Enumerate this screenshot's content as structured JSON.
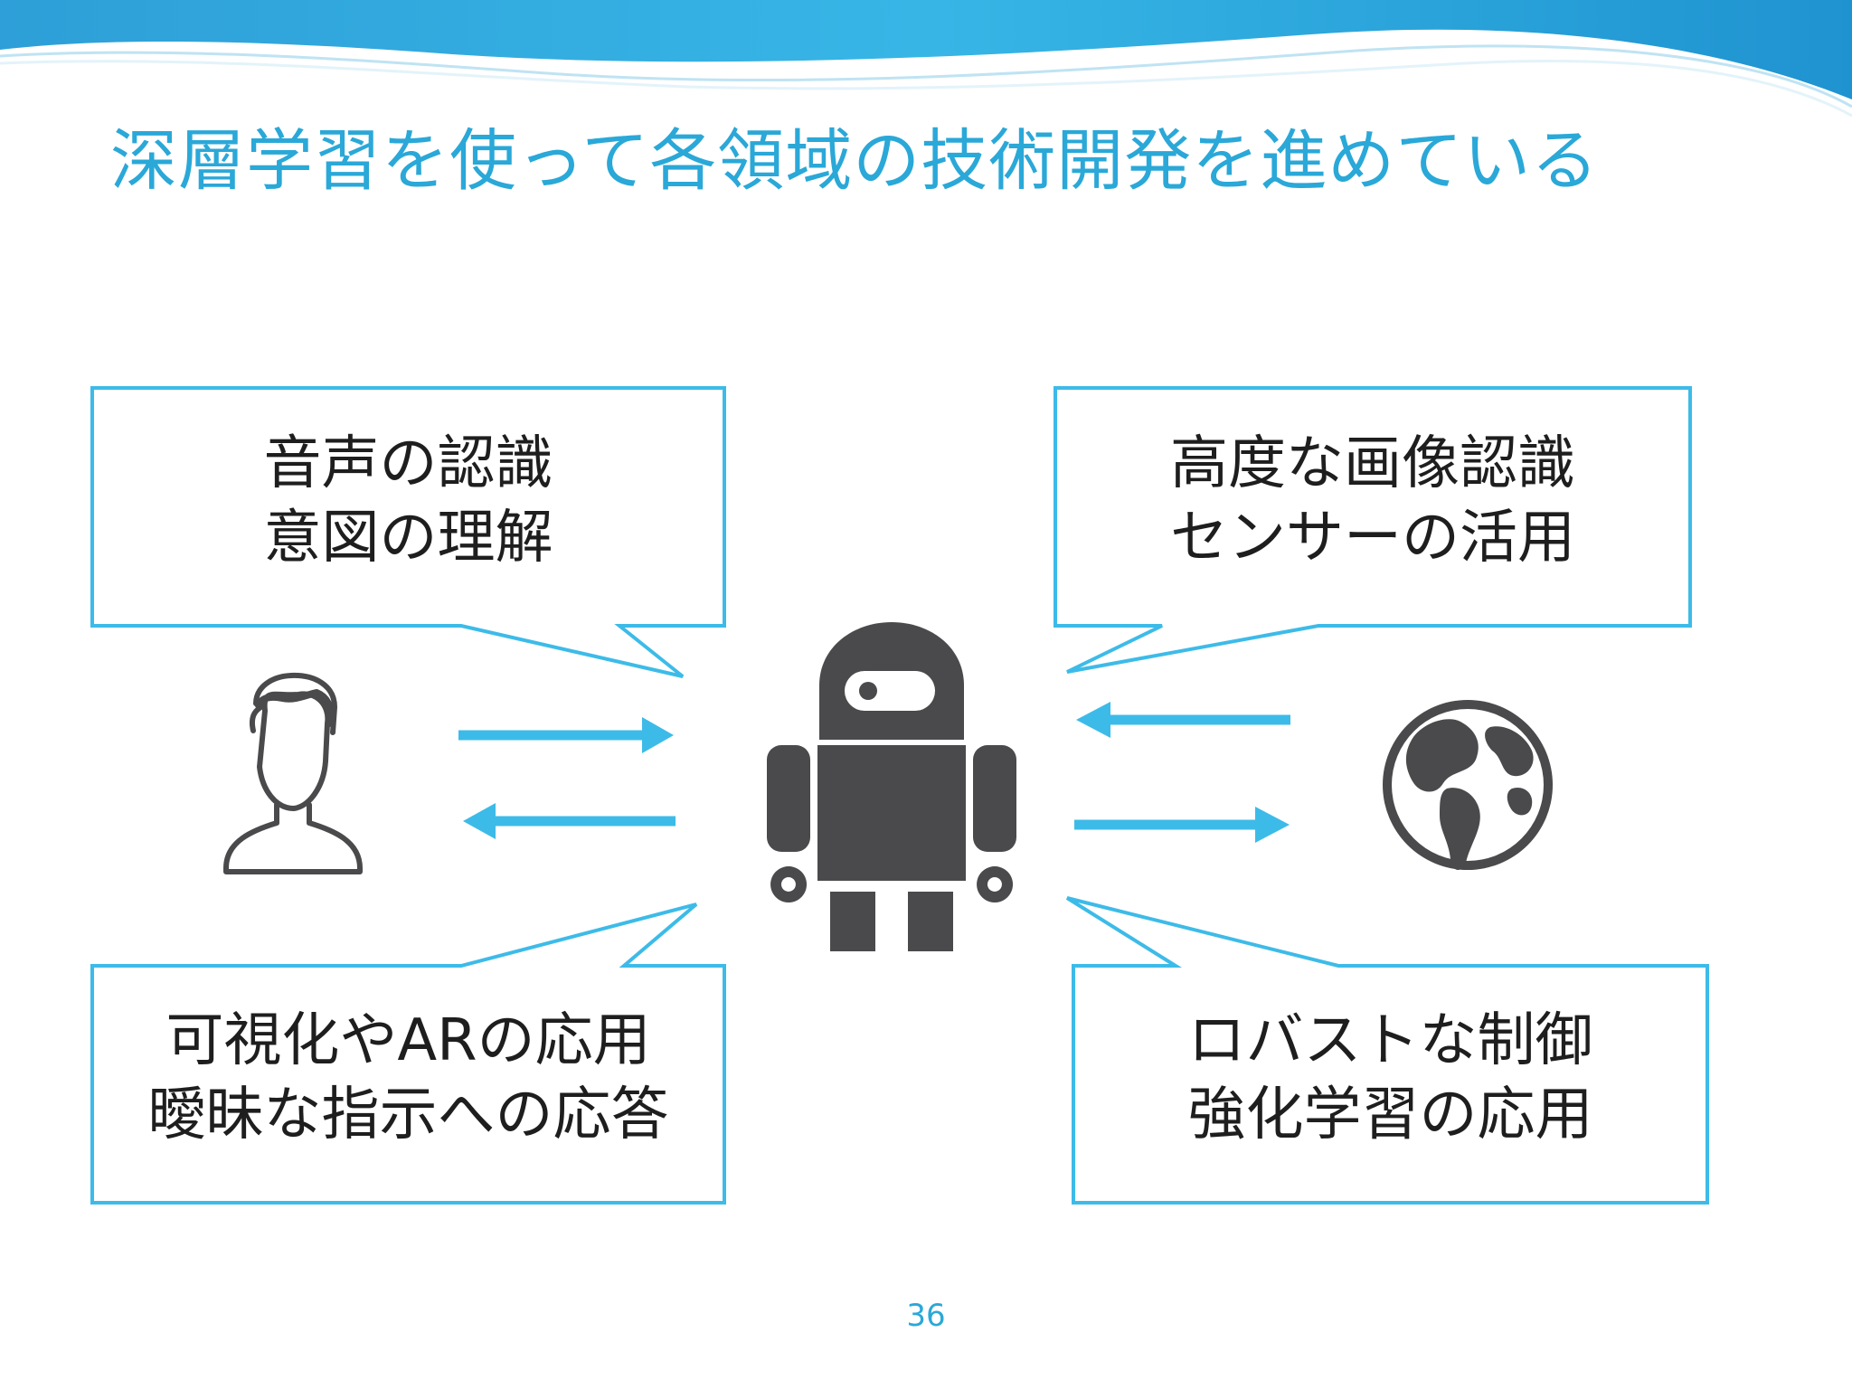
{
  "slide": {
    "title": "深層学習を使って各領域の技術開発を進めている",
    "page_number": "36",
    "accent_color": "#2aa8d8",
    "callouts": {
      "top_left": [
        "音声の認識",
        "意図の理解"
      ],
      "top_right": [
        "高度な画像認識",
        "センサーの活用"
      ],
      "bottom_left": [
        "可視化やARの応用",
        "曖昧な指示への応答"
      ],
      "bottom_right": [
        "ロバストな制御",
        "強化学習の応用"
      ]
    },
    "icons": [
      "person-icon",
      "robot-icon",
      "globe-icon"
    ]
  }
}
